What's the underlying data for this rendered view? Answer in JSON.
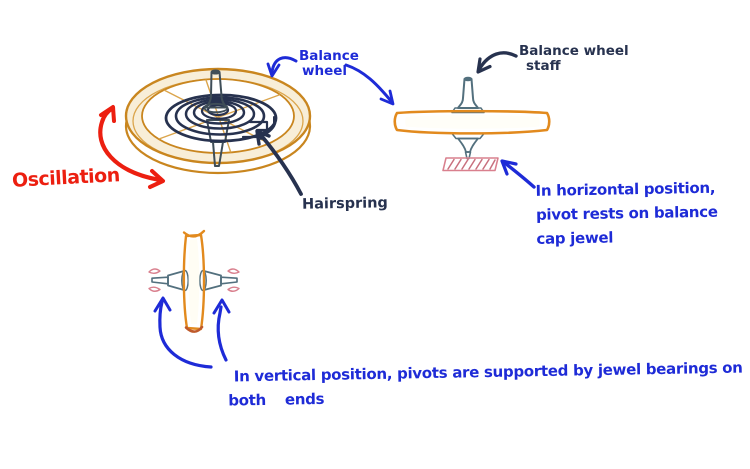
{
  "labels": {
    "oscillation": "Oscillation",
    "balance_wheel": {
      "line1": "Balance",
      "line2": "wheel"
    },
    "hairspring": "Hairspring",
    "balance_wheel_staff": {
      "line1": "Balance wheel",
      "line2": "staff"
    },
    "horizontal_note": {
      "line1": "In horizontal position,",
      "line2": "pivot rests on balance",
      "line3": "cap jewel"
    },
    "vertical_note": {
      "line1": "In vertical position,",
      "line2": "pivots are supported by",
      "line3": "jewel bearings on both",
      "line4": "ends"
    }
  },
  "colors": {
    "red": "#ec1f10",
    "blue": "#1e2bd7",
    "navy": "#27324f",
    "wheel_outline": "#c9861f",
    "wheel_contour": "#dba54c",
    "wheel_fill": "#f8eed8",
    "bar_outline": "#e28a1e",
    "bar_fill": "#f6e8c3",
    "bar_end_shade": "#bf5a2b",
    "staff_outline": "#53707e",
    "staff_dark_outline": "#3f4e58",
    "staff_fill": "#ecf1f2",
    "staff_shade": "#c3d0d5",
    "jewel_fill": "#f4c0c9",
    "jewel_stroke": "#d9808e",
    "jewel_hatch": "#c8707e"
  }
}
